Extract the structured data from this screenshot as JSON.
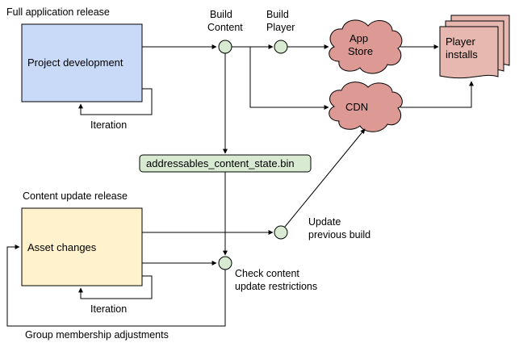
{
  "diagram": {
    "sections": {
      "full_release_title": "Full application release",
      "content_update_title": "Content update release"
    },
    "boxes": {
      "project_development": "Project development",
      "asset_changes": "Asset changes",
      "content_state_file": "addressables_content_state.bin"
    },
    "steps": {
      "build_content_line1": "Build",
      "build_content_line2": "Content",
      "build_player_line1": "Build",
      "build_player_line2": "Player",
      "update_previous_line1": "Update",
      "update_previous_line2": "previous build",
      "check_restrictions_line1": "Check content",
      "check_restrictions_line2": "update restrictions"
    },
    "clouds": {
      "app_store_line1": "App",
      "app_store_line2": "Store",
      "cdn": "CDN"
    },
    "documents": {
      "player_installs_line1": "Player",
      "player_installs_line2": "installs"
    },
    "loops": {
      "iteration_top": "Iteration",
      "iteration_bottom": "Iteration",
      "group_membership": "Group membership adjustments"
    },
    "colors": {
      "blue_box_fill": "#c9daf8",
      "yellow_box_fill": "#fff2cc",
      "green_node_fill": "#d9ead3",
      "cloud_fill": "#dd9a95",
      "document_fill": "#e6b8af",
      "line": "#000000"
    }
  }
}
